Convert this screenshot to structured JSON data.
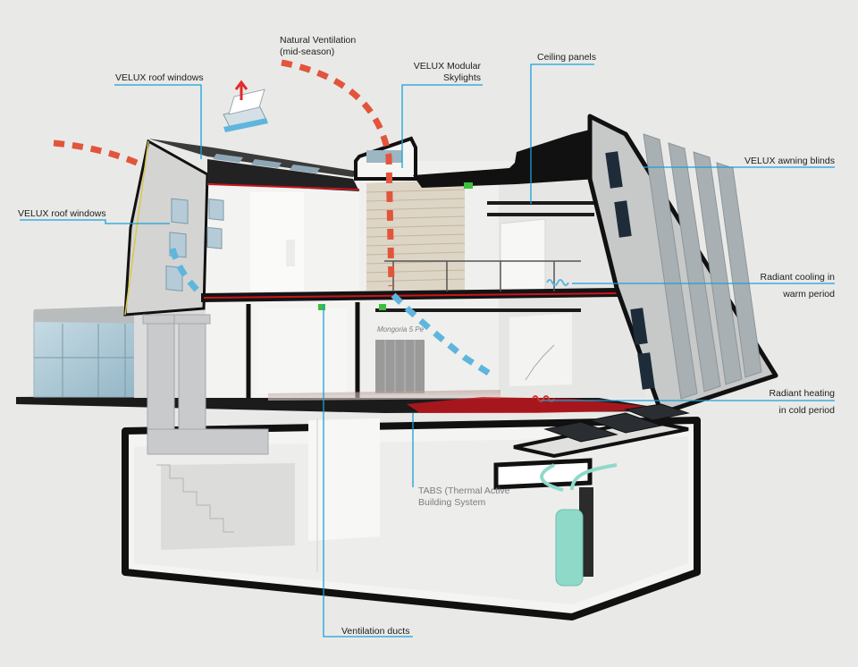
{
  "labels": {
    "velux_roof_windows_top": "VELUX roof windows",
    "natural_ventilation_l1": "Natural Ventilation",
    "natural_ventilation_l2": "(mid-season)",
    "modular_skylights_l1": "VELUX Modular",
    "modular_skylights_l2": "Skylights",
    "ceiling_panels": "Ceiling panels",
    "awning_blinds": "VELUX awning blinds",
    "velux_roof_windows_left": "VELUX roof windows",
    "radiant_cooling_l1": "Radiant cooling in",
    "radiant_cooling_l2": "warm period",
    "radiant_heating_l1": "Radiant heating",
    "radiant_heating_l2": "in cold period",
    "tabs_l1": "TABS (Thermal Active",
    "tabs_l2": "Building System",
    "ventilation_ducts": "Ventilation ducts",
    "wall_sign": "Mongoria 5 Pe"
  },
  "colors": {
    "background": "#e9eae8",
    "leader_line": "#1aa0d8",
    "airflow_warm": "#e2553c",
    "airflow_cool": "#5fb6dd",
    "structure": "#111111",
    "radiant": "#c8161d",
    "sensor_green": "#3cc03c",
    "tank": "#8fd9c9"
  }
}
